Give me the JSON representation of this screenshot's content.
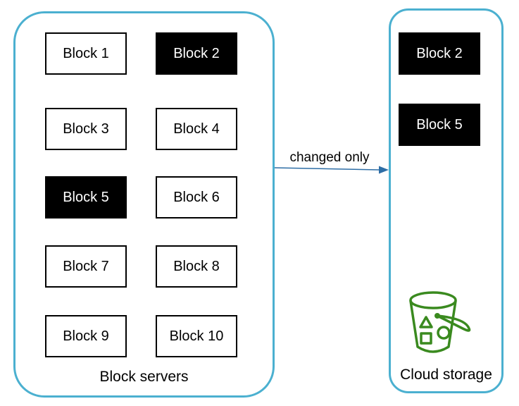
{
  "colors": {
    "container_border": "#4bb0d0",
    "arrow": "#2e6ea6",
    "changed_block_fill": "#000000",
    "bucket_icon": "#3a8a1f"
  },
  "block_servers": {
    "label": "Block servers",
    "blocks": [
      {
        "label": "Block 1",
        "changed": false
      },
      {
        "label": "Block 2",
        "changed": true
      },
      {
        "label": "Block 3",
        "changed": false
      },
      {
        "label": "Block 4",
        "changed": false
      },
      {
        "label": "Block 5",
        "changed": true
      },
      {
        "label": "Block 6",
        "changed": false
      },
      {
        "label": "Block 7",
        "changed": false
      },
      {
        "label": "Block 8",
        "changed": false
      },
      {
        "label": "Block 9",
        "changed": false
      },
      {
        "label": "Block 10",
        "changed": false
      }
    ]
  },
  "connector": {
    "label": "changed only"
  },
  "cloud_storage": {
    "label": "Cloud storage",
    "icon": "storage-bucket-icon",
    "blocks": [
      {
        "label": "Block 2",
        "changed": true
      },
      {
        "label": "Block 5",
        "changed": true
      }
    ]
  }
}
